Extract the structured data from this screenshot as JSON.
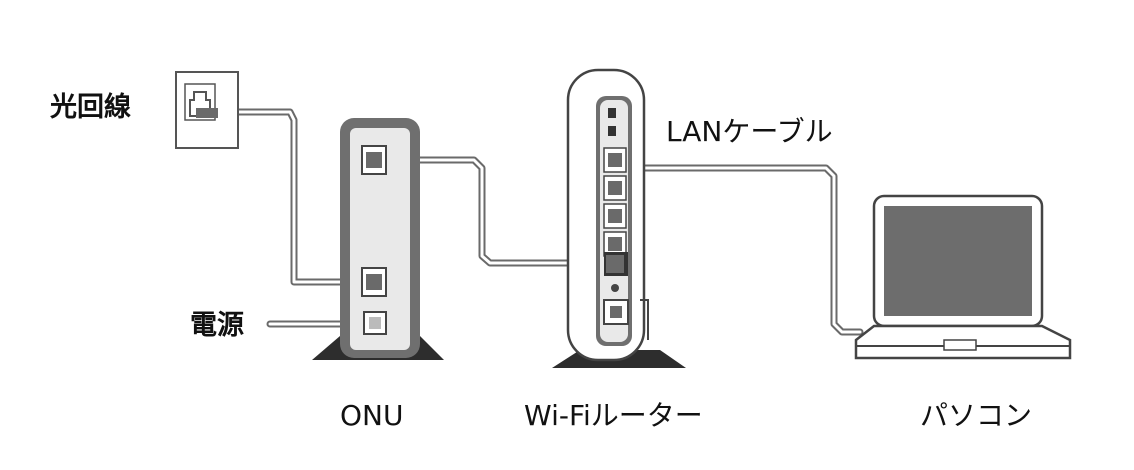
{
  "labels": {
    "optical_line": "光回線",
    "power": "電源",
    "lan_cable": "LANケーブル",
    "onu": "ONU",
    "router": "Wi-Fiルーター",
    "pc": "パソコン"
  },
  "colors": {
    "device_fill": "#6f6f6f",
    "device_inner": "#e9e9e9",
    "cable": "#6a6a6a",
    "stand": "#2d2d2d",
    "screen": "#6d6d6d",
    "text": "#111111"
  }
}
